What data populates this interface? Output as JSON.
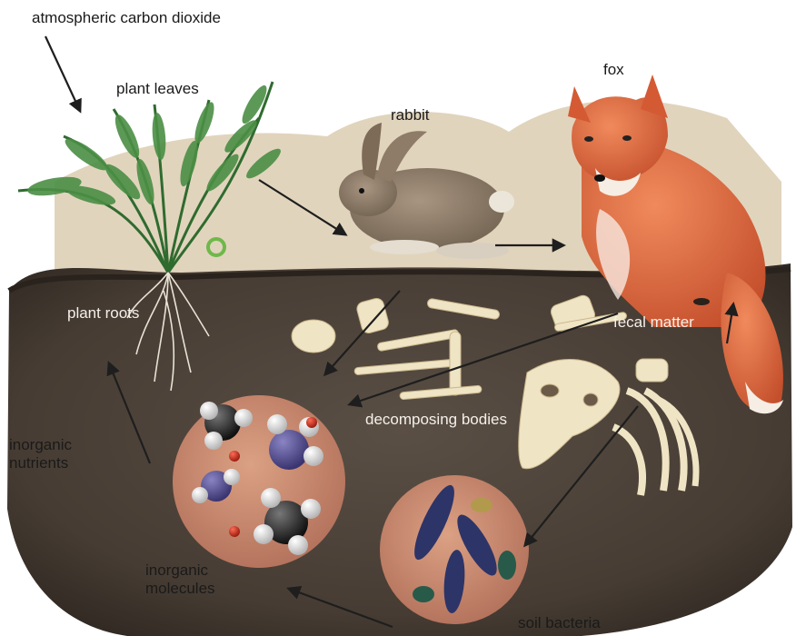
{
  "labels": {
    "atmospheric_co2": "atmospheric carbon dioxide",
    "plant_leaves": "plant leaves",
    "rabbit": "rabbit",
    "fox": "fox",
    "plant_roots": "plant roots",
    "fecal_matter": "fecal matter",
    "decomposing_bodies": "decomposing bodies",
    "inorganic_nutrients": [
      "inorganic",
      "nutrients"
    ],
    "inorganic_molecules": [
      "inorganic",
      "molecules"
    ],
    "soil_bacteria": "soil bacteria"
  },
  "colors": {
    "soil": "#4a4038",
    "soil_dark": "#2f2822",
    "sky_band": "#d9cbb0",
    "fern": "#3e7a3a",
    "rabbit": "#8b7a66",
    "fox": "#d9623a",
    "bone": "#ece0bf",
    "circle_fill": "#c9866a",
    "arrow": "#1e1e1e"
  }
}
